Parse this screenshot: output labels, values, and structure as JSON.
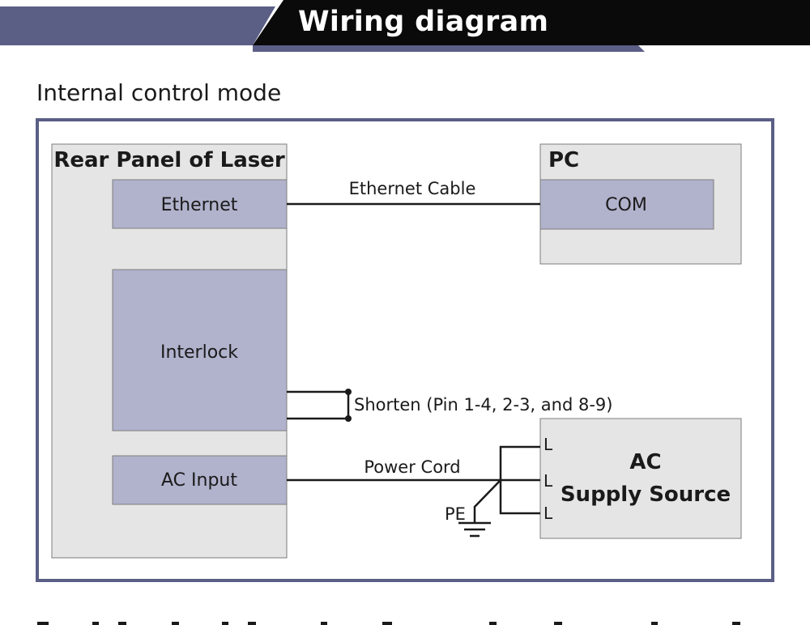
{
  "header": {
    "title": "Wiring diagram",
    "colors": {
      "left_band": "#5b5e85",
      "title_band": "#0a0a0a",
      "accent": "#5b5e85"
    }
  },
  "section": {
    "title": "Internal control mode"
  },
  "diagram": {
    "rear_panel": {
      "title": "Rear Panel of Laser",
      "ports": {
        "ethernet": "Ethernet",
        "interlock": "Interlock",
        "ac_input": "AC Input"
      }
    },
    "pc": {
      "title": "PC",
      "port": "COM"
    },
    "ac_supply": {
      "title_line1": "AC",
      "title_line2": "Supply Source"
    },
    "connections": {
      "ethernet_cable": "Ethernet Cable",
      "shorten": "Shorten (Pin 1-4, 2-3, and 8-9)",
      "power_cord": "Power Cord"
    },
    "terminals": {
      "l1": "L",
      "l2": "L",
      "l3": "L",
      "pe": "PE"
    },
    "colors": {
      "frame": "#5b5e85",
      "panel_fill": "#e5e5e5",
      "panel_stroke": "#7d7d7d",
      "port_fill": "#b1b2cc",
      "wire": "#1a1a1a"
    }
  }
}
